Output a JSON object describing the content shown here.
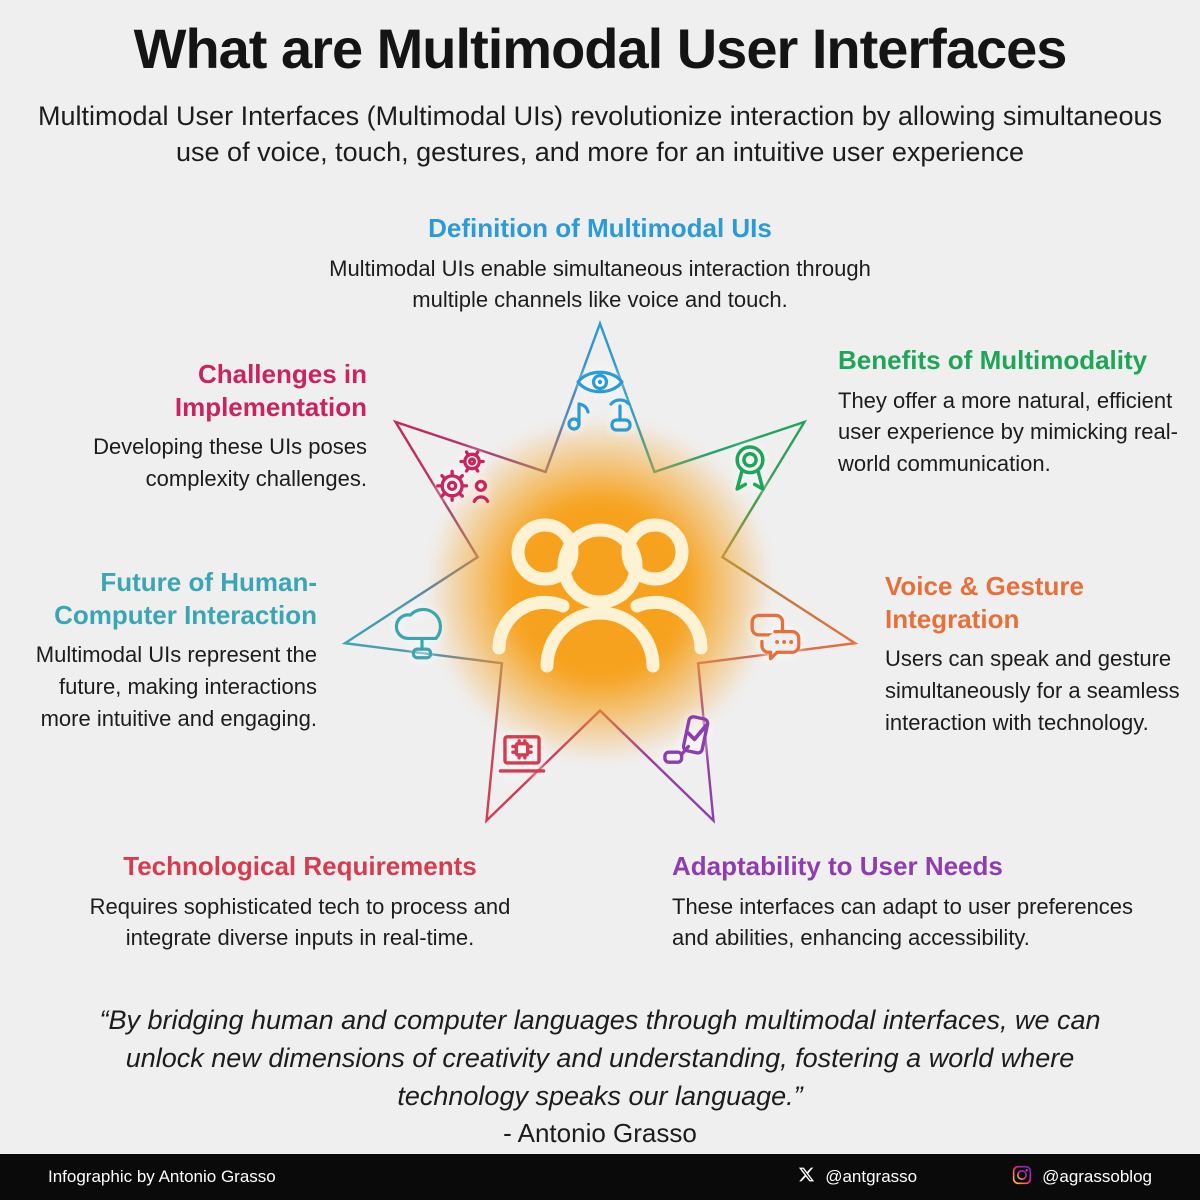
{
  "page": {
    "background": "#f0efef",
    "title": "What are Multimodal User Interfaces",
    "subtitle": "Multimodal User Interfaces (Multimodal UIs) revolutionize interaction by allowing simultaneous use of voice, touch, gestures, and more for an intuitive user experience"
  },
  "star": {
    "gradient": [
      "#2a9bd5 0deg",
      "#1fa558 51deg",
      "#e7703a 103deg",
      "#8e3dae 154deg",
      "#d63b4f 206deg",
      "#3aa6b4 257deg",
      "#c9245e 309deg",
      "#2a9bd5 360deg"
    ],
    "glow": "#f6a21e",
    "people_color": "#fdf3d4"
  },
  "sections": {
    "definition": {
      "title": "Definition of Multimodal UIs",
      "body": "Multimodal UIs enable simultaneous interaction through multiple channels like voice and touch.",
      "color": "#2a9bd5",
      "icon": "eye-music-touch-icon"
    },
    "challenges": {
      "title": "Challenges in Implementation",
      "body": "Developing these UIs poses complexity challenges.",
      "color": "#c9245e",
      "icon": "gears-process-icon"
    },
    "benefits": {
      "title": "Benefits of Multimodality",
      "body": "They offer a more natural, efficient user experience by mimicking real-world communication.",
      "color": "#1fa558",
      "icon": "award-ribbon-icon"
    },
    "future": {
      "title": "Future of Human-Computer Interaction",
      "body": "Multimodal UIs represent the future, making interactions more intuitive and engaging.",
      "color": "#3aa6b4",
      "icon": "hand-cloud-icon"
    },
    "voice": {
      "title": "Voice & Gesture Integration",
      "body": "Users can speak and gesture simultaneously for a seamless interaction with technology.",
      "color": "#e7703a",
      "icon": "speech-bubbles-icon"
    },
    "tech": {
      "title": "Technological Requirements",
      "body": "Requires sophisticated tech to process and integrate diverse inputs in real-time.",
      "color": "#d63b4f",
      "icon": "laptop-chip-icon"
    },
    "adaptability": {
      "title": "Adaptability to User Needs",
      "body": "These interfaces can adapt to user preferences and abilities, enhancing accessibility.",
      "color": "#8e3dae",
      "icon": "hand-phone-check-icon"
    }
  },
  "center": {
    "icon": "people-group-icon"
  },
  "quote": {
    "text": "“By bridging human and computer languages through multimodal interfaces, we can unlock new dimensions of creativity and understanding, fostering a world where technology speaks our language.”",
    "attribution": "- Antonio Grasso"
  },
  "footer": {
    "credit": "Infographic by Antonio Grasso",
    "x_handle": "@antgrasso",
    "instagram_handle": "@agrassoblog",
    "x_icon": "x-logo-icon",
    "instagram_icon": "instagram-logo-icon"
  }
}
